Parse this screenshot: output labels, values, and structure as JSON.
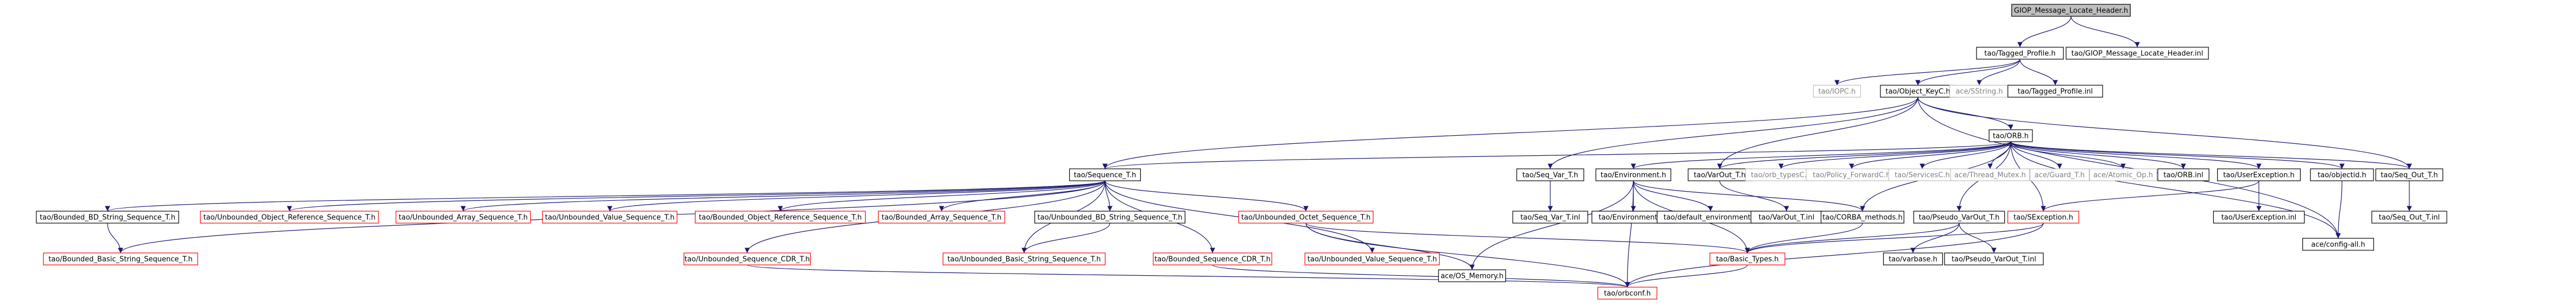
{
  "colors": {
    "edge": "#191970",
    "border_default": "#000000",
    "border_missing": "#ff0000",
    "border_external": "#bfbfbf",
    "fill_root": "#bfbfbf",
    "fill_default": "#ffffff",
    "text_default": "#000000",
    "text_external": "#808080"
  },
  "nodes": [
    {
      "id": "root",
      "label": "GIOP_Message_Locate_Header.h",
      "kind": "root"
    },
    {
      "id": "tagged_profile_h",
      "label": "tao/Tagged_Profile.h",
      "kind": "normal"
    },
    {
      "id": "giop_locate_inl",
      "label": "tao/GIOP_Message_Locate_Header.inl",
      "kind": "normal"
    },
    {
      "id": "iopc_h",
      "label": "tao/IOPC.h",
      "kind": "external"
    },
    {
      "id": "object_keyc_h",
      "label": "tao/Object_KeyC.h",
      "kind": "normal"
    },
    {
      "id": "sstring_h",
      "label": "ace/SString.h",
      "kind": "external"
    },
    {
      "id": "tagged_profile_inl",
      "label": "tao/Tagged_Profile.inl",
      "kind": "normal"
    },
    {
      "id": "orb_h",
      "label": "tao/ORB.h",
      "kind": "normal"
    },
    {
      "id": "sequence_t_h",
      "label": "tao/Sequence_T.h",
      "kind": "normal"
    },
    {
      "id": "seq_var_t_h",
      "label": "tao/Seq_Var_T.h",
      "kind": "normal"
    },
    {
      "id": "environment_h",
      "label": "tao/Environment.h",
      "kind": "normal"
    },
    {
      "id": "varout_t_h",
      "label": "tao/VarOut_T.h",
      "kind": "normal"
    },
    {
      "id": "orb_typesc_h",
      "label": "tao/orb_typesC.h",
      "kind": "external"
    },
    {
      "id": "policy_forwardc_h",
      "label": "tao/Policy_ForwardC.h",
      "kind": "external"
    },
    {
      "id": "servicesc_h",
      "label": "tao/ServicesC.h",
      "kind": "external"
    },
    {
      "id": "thread_mutex_h",
      "label": "ace/Thread_Mutex.h",
      "kind": "external"
    },
    {
      "id": "guard_t_h",
      "label": "ace/Guard_T.h",
      "kind": "external"
    },
    {
      "id": "atomic_op_h",
      "label": "ace/Atomic_Op.h",
      "kind": "external"
    },
    {
      "id": "orb_inl",
      "label": "tao/ORB.inl",
      "kind": "normal"
    },
    {
      "id": "userexception_h",
      "label": "tao/UserException.h",
      "kind": "normal"
    },
    {
      "id": "objectid_h",
      "label": "tao/objectid.h",
      "kind": "normal"
    },
    {
      "id": "seq_out_t_h",
      "label": "tao/Seq_Out_T.h",
      "kind": "normal"
    },
    {
      "id": "ubd_bd_string_seq_t_h",
      "label": "tao/Bounded_BD_String_Sequence_T.h",
      "kind": "normal"
    },
    {
      "id": "ubd_object_ref_seq_t_h",
      "label": "tao/Unbounded_Object_Reference_Sequence_T.h",
      "kind": "missing"
    },
    {
      "id": "ubd_array_seq_t_h",
      "label": "tao/Unbounded_Array_Sequence_T.h",
      "kind": "missing"
    },
    {
      "id": "ubd_value_seq_t_h",
      "label": "tao/Unbounded_Value_Sequence_T.h",
      "kind": "missing"
    },
    {
      "id": "bd_object_ref_seq_t_h",
      "label": "tao/Bounded_Object_Reference_Sequence_T.h",
      "kind": "missing"
    },
    {
      "id": "bd_array_seq_t_h",
      "label": "tao/Bounded_Array_Sequence_T.h",
      "kind": "missing"
    },
    {
      "id": "unb_bd_string_seq_t_h",
      "label": "tao/Unbounded_BD_String_Sequence_T.h",
      "kind": "normal"
    },
    {
      "id": "ubd_octet_seq_t_h",
      "label": "tao/Unbounded_Octet_Sequence_T.h",
      "kind": "missing"
    },
    {
      "id": "seq_var_t_inl",
      "label": "tao/Seq_Var_T.inl",
      "kind": "normal"
    },
    {
      "id": "environment_inl",
      "label": "tao/Environment.inl",
      "kind": "normal"
    },
    {
      "id": "default_environment_h",
      "label": "tao/default_environment.h",
      "kind": "normal"
    },
    {
      "id": "varout_t_inl",
      "label": "tao/VarOut_T.inl",
      "kind": "normal"
    },
    {
      "id": "corba_methods_h",
      "label": "tao/CORBA_methods.h",
      "kind": "normal"
    },
    {
      "id": "pseudo_varout_t_h",
      "label": "tao/Pseudo_VarOut_T.h",
      "kind": "normal"
    },
    {
      "id": "sexception_h",
      "label": "tao/SException.h",
      "kind": "missing"
    },
    {
      "id": "userexception_inl",
      "label": "tao/UserException.inl",
      "kind": "normal"
    },
    {
      "id": "config_all_h",
      "label": "ace/config-all.h",
      "kind": "normal"
    },
    {
      "id": "seq_out_t_inl",
      "label": "tao/Seq_Out_T.inl",
      "kind": "normal"
    },
    {
      "id": "bd_basic_string_seq_t_h",
      "label": "tao/Bounded_Basic_String_Sequence_T.h",
      "kind": "missing"
    },
    {
      "id": "ubd_sequence_cdr_t_h",
      "label": "tao/Unbounded_Sequence_CDR_T.h",
      "kind": "missing"
    },
    {
      "id": "unb_basic_string_seq_t_h",
      "label": "tao/Unbounded_Basic_String_Sequence_T.h",
      "kind": "missing"
    },
    {
      "id": "bd_sequence_cdr_t_h",
      "label": "tao/Bounded_Sequence_CDR_T.h",
      "kind": "missing"
    },
    {
      "id": "ubd_value_seq_t_h2",
      "label": "tao/Unbounded_Value_Sequence_T.h",
      "kind": "missing"
    },
    {
      "id": "os_memory_h",
      "label": "ace/OS_Memory.h",
      "kind": "normal"
    },
    {
      "id": "basic_types_h",
      "label": "tao/Basic_Types.h",
      "kind": "missing"
    },
    {
      "id": "varbase_h",
      "label": "tao/varbase.h",
      "kind": "normal"
    },
    {
      "id": "pseudo_varout_t_inl",
      "label": "tao/Pseudo_VarOut_T.inl",
      "kind": "normal"
    },
    {
      "id": "orbconf_h",
      "label": "tao/orbconf.h",
      "kind": "missing"
    }
  ],
  "edges": [
    [
      "root",
      "tagged_profile_h"
    ],
    [
      "root",
      "giop_locate_inl"
    ],
    [
      "tagged_profile_h",
      "iopc_h"
    ],
    [
      "tagged_profile_h",
      "object_keyc_h"
    ],
    [
      "tagged_profile_h",
      "sstring_h"
    ],
    [
      "tagged_profile_h",
      "tagged_profile_inl"
    ],
    [
      "object_keyc_h",
      "orb_h"
    ],
    [
      "object_keyc_h",
      "sequence_t_h"
    ],
    [
      "object_keyc_h",
      "seq_var_t_h"
    ],
    [
      "object_keyc_h",
      "varout_t_h"
    ],
    [
      "object_keyc_h",
      "seq_out_t_h"
    ],
    [
      "object_keyc_h",
      "config_all_h"
    ],
    [
      "orb_h",
      "sequence_t_h"
    ],
    [
      "orb_h",
      "environment_h"
    ],
    [
      "orb_h",
      "varout_t_h"
    ],
    [
      "orb_h",
      "orb_typesc_h"
    ],
    [
      "orb_h",
      "policy_forwardc_h"
    ],
    [
      "orb_h",
      "servicesc_h"
    ],
    [
      "orb_h",
      "thread_mutex_h"
    ],
    [
      "orb_h",
      "guard_t_h"
    ],
    [
      "orb_h",
      "atomic_op_h"
    ],
    [
      "orb_h",
      "orb_inl"
    ],
    [
      "orb_h",
      "userexception_h"
    ],
    [
      "orb_h",
      "objectid_h"
    ],
    [
      "orb_h",
      "seq_out_t_h"
    ],
    [
      "orb_h",
      "corba_methods_h"
    ],
    [
      "orb_h",
      "pseudo_varout_t_h"
    ],
    [
      "orb_h",
      "sexception_h"
    ],
    [
      "orb_h",
      "config_all_h"
    ],
    [
      "sequence_t_h",
      "ubd_bd_string_seq_t_h"
    ],
    [
      "sequence_t_h",
      "ubd_object_ref_seq_t_h"
    ],
    [
      "sequence_t_h",
      "ubd_array_seq_t_h"
    ],
    [
      "sequence_t_h",
      "ubd_value_seq_t_h"
    ],
    [
      "sequence_t_h",
      "bd_object_ref_seq_t_h"
    ],
    [
      "sequence_t_h",
      "bd_array_seq_t_h"
    ],
    [
      "sequence_t_h",
      "unb_bd_string_seq_t_h"
    ],
    [
      "sequence_t_h",
      "ubd_octet_seq_t_h"
    ],
    [
      "sequence_t_h",
      "ubd_sequence_cdr_t_h"
    ],
    [
      "sequence_t_h",
      "bd_sequence_cdr_t_h"
    ],
    [
      "sequence_t_h",
      "ubd_value_seq_t_h2"
    ],
    [
      "sequence_t_h",
      "unb_basic_string_seq_t_h"
    ],
    [
      "sequence_t_h",
      "bd_basic_string_seq_t_h"
    ],
    [
      "ubd_bd_string_seq_t_h",
      "bd_basic_string_seq_t_h"
    ],
    [
      "unb_bd_string_seq_t_h",
      "unb_basic_string_seq_t_h"
    ],
    [
      "ubd_octet_seq_t_h",
      "os_memory_h"
    ],
    [
      "ubd_octet_seq_t_h",
      "basic_types_h"
    ],
    [
      "ubd_octet_seq_t_h",
      "orbconf_h"
    ],
    [
      "ubd_sequence_cdr_t_h",
      "orbconf_h"
    ],
    [
      "bd_sequence_cdr_t_h",
      "orbconf_h"
    ],
    [
      "seq_var_t_h",
      "seq_var_t_inl"
    ],
    [
      "environment_h",
      "environment_inl"
    ],
    [
      "environment_h",
      "default_environment_h"
    ],
    [
      "environment_h",
      "os_memory_h"
    ],
    [
      "environment_h",
      "corba_methods_h"
    ],
    [
      "environment_h",
      "basic_types_h"
    ],
    [
      "environment_h",
      "orbconf_h"
    ],
    [
      "varout_t_h",
      "varout_t_inl"
    ],
    [
      "corba_methods_h",
      "basic_types_h"
    ],
    [
      "pseudo_varout_t_h",
      "varbase_h"
    ],
    [
      "pseudo_varout_t_h",
      "pseudo_varout_t_inl"
    ],
    [
      "pseudo_varout_t_h",
      "basic_types_h"
    ],
    [
      "sexception_h",
      "basic_types_h"
    ],
    [
      "sexception_h",
      "orbconf_h"
    ],
    [
      "userexception_h",
      "userexception_inl"
    ],
    [
      "userexception_h",
      "sexception_h"
    ],
    [
      "objectid_h",
      "config_all_h"
    ],
    [
      "seq_out_t_h",
      "seq_out_t_inl"
    ],
    [
      "basic_types_h",
      "orbconf_h"
    ]
  ]
}
